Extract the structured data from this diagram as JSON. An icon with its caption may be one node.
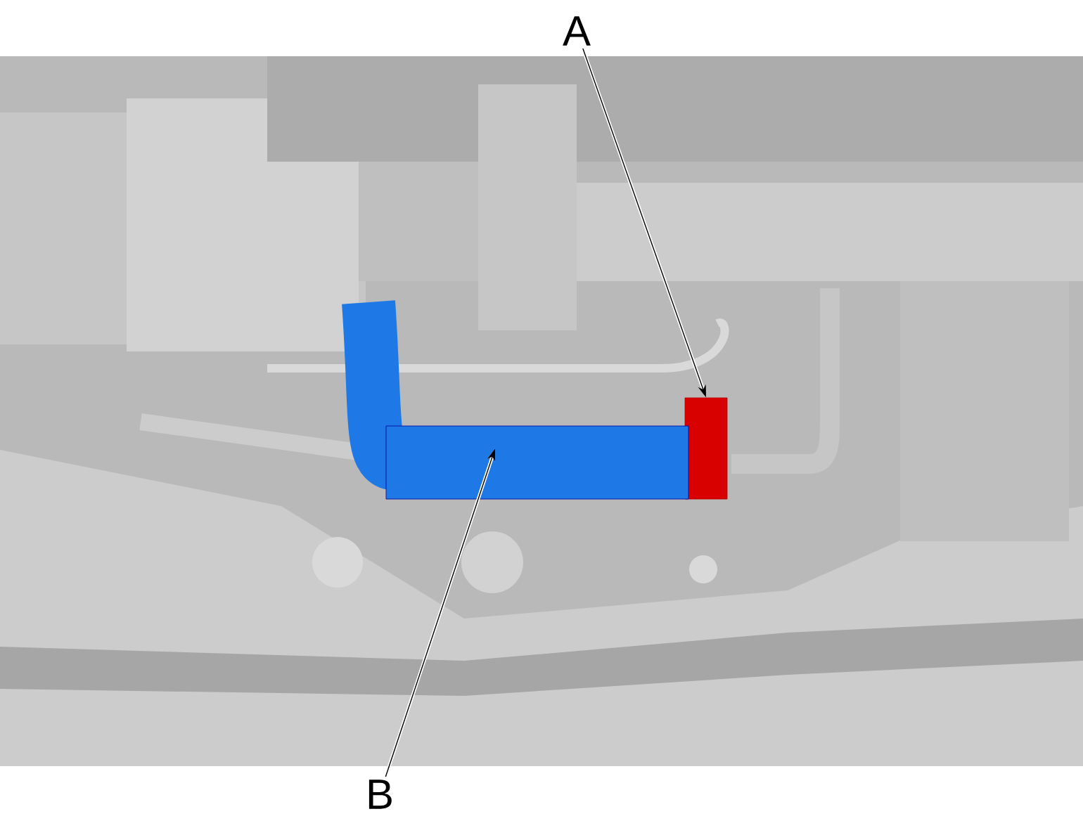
{
  "diagram": {
    "nodes": [
      {
        "text": [
          "A"
        ]
      },
      {
        "text": [
          "B"
        ]
      },
      {
        "text": [],
        "shape": "box"
      },
      {
        "text": [],
        "shape": "picture"
      }
    ],
    "edges": [
      {
        "from": 0,
        "to": 2,
        "arrow": "to"
      },
      {
        "from": 1,
        "to": 3,
        "arrow": "to"
      }
    ]
  }
}
